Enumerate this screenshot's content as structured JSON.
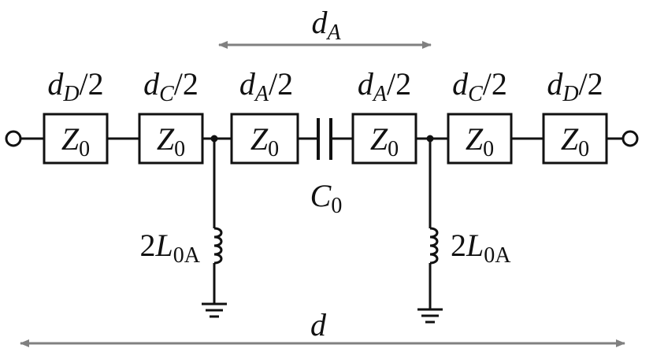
{
  "colors": {
    "wire": "#111111",
    "arrow": "#808080",
    "background": "#ffffff"
  },
  "dimensions": {
    "top_span": {
      "base": "d",
      "sub": "A"
    },
    "bottom_span": {
      "base": "d"
    }
  },
  "segment_length_labels": [
    {
      "base": "d",
      "sub": "D",
      "suffix": "/2"
    },
    {
      "base": "d",
      "sub": "C",
      "suffix": "/2"
    },
    {
      "base": "d",
      "sub": "A",
      "suffix": "/2"
    },
    {
      "base": "d",
      "sub": "A",
      "suffix": "/2"
    },
    {
      "base": "d",
      "sub": "C",
      "suffix": "/2"
    },
    {
      "base": "d",
      "sub": "D",
      "suffix": "/2"
    }
  ],
  "impedance_boxes": [
    {
      "base": "Z",
      "sub": "0"
    },
    {
      "base": "Z",
      "sub": "0"
    },
    {
      "base": "Z",
      "sub": "0"
    },
    {
      "base": "Z",
      "sub": "0"
    },
    {
      "base": "Z",
      "sub": "0"
    },
    {
      "base": "Z",
      "sub": "0"
    }
  ],
  "capacitor": {
    "base": "C",
    "sub": "0"
  },
  "inductors": [
    {
      "prefix": "2",
      "base": "L",
      "sub": "0A"
    },
    {
      "prefix": "2",
      "base": "L",
      "sub": "0A"
    }
  ],
  "ports": [
    "left-port",
    "right-port"
  ],
  "ground_symbols": [
    "ground-left",
    "ground-right"
  ]
}
